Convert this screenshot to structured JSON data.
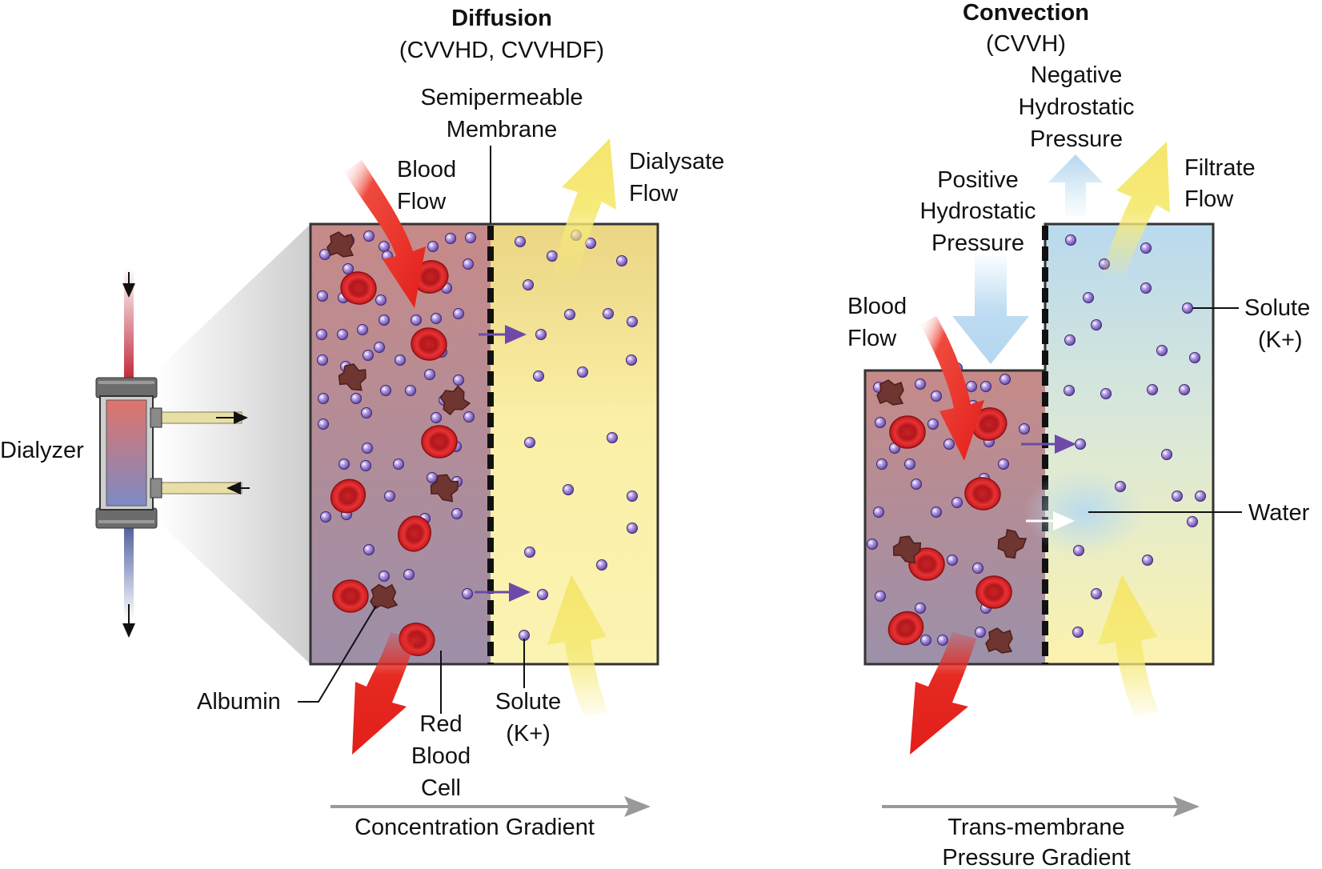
{
  "diffusion": {
    "title": "Diffusion",
    "subtitle": "(CVVHD, CVVHDF)",
    "membrane_label": [
      "Semipermeable",
      "Membrane"
    ],
    "blood_flow_label": [
      "Blood",
      "Flow"
    ],
    "dialysate_flow_label": [
      "Dialysate",
      "Flow"
    ],
    "albumin_label": "Albumin",
    "rbc_label": [
      "Red",
      "Blood",
      "Cell"
    ],
    "solute_label": [
      "Solute",
      "(K+)"
    ],
    "gradient_label": "Concentration Gradient"
  },
  "convection": {
    "title": "Convection",
    "subtitle": "(CVVH)",
    "negative_pressure_label": [
      "Negative",
      "Hydrostatic",
      "Pressure"
    ],
    "positive_pressure_label": [
      "Positive",
      "Hydrostatic",
      "Pressure"
    ],
    "filtrate_flow_label": [
      "Filtrate",
      "Flow"
    ],
    "blood_flow_label": [
      "Blood",
      "Flow"
    ],
    "solute_label": [
      "Solute",
      "(K+)"
    ],
    "water_label": "Water",
    "gradient_label": [
      "Trans-membrane",
      "Pressure Gradient"
    ]
  },
  "dialyzer_label": "Dialyzer",
  "colors": {
    "blood_arrow": "#e8231f",
    "dialysate_arrow": "#f3e46a",
    "solute": "#8a6cc8",
    "rbc": "#d8282b",
    "albumin": "#7a3b35",
    "pressure_arrow": "#bcdcf2"
  }
}
